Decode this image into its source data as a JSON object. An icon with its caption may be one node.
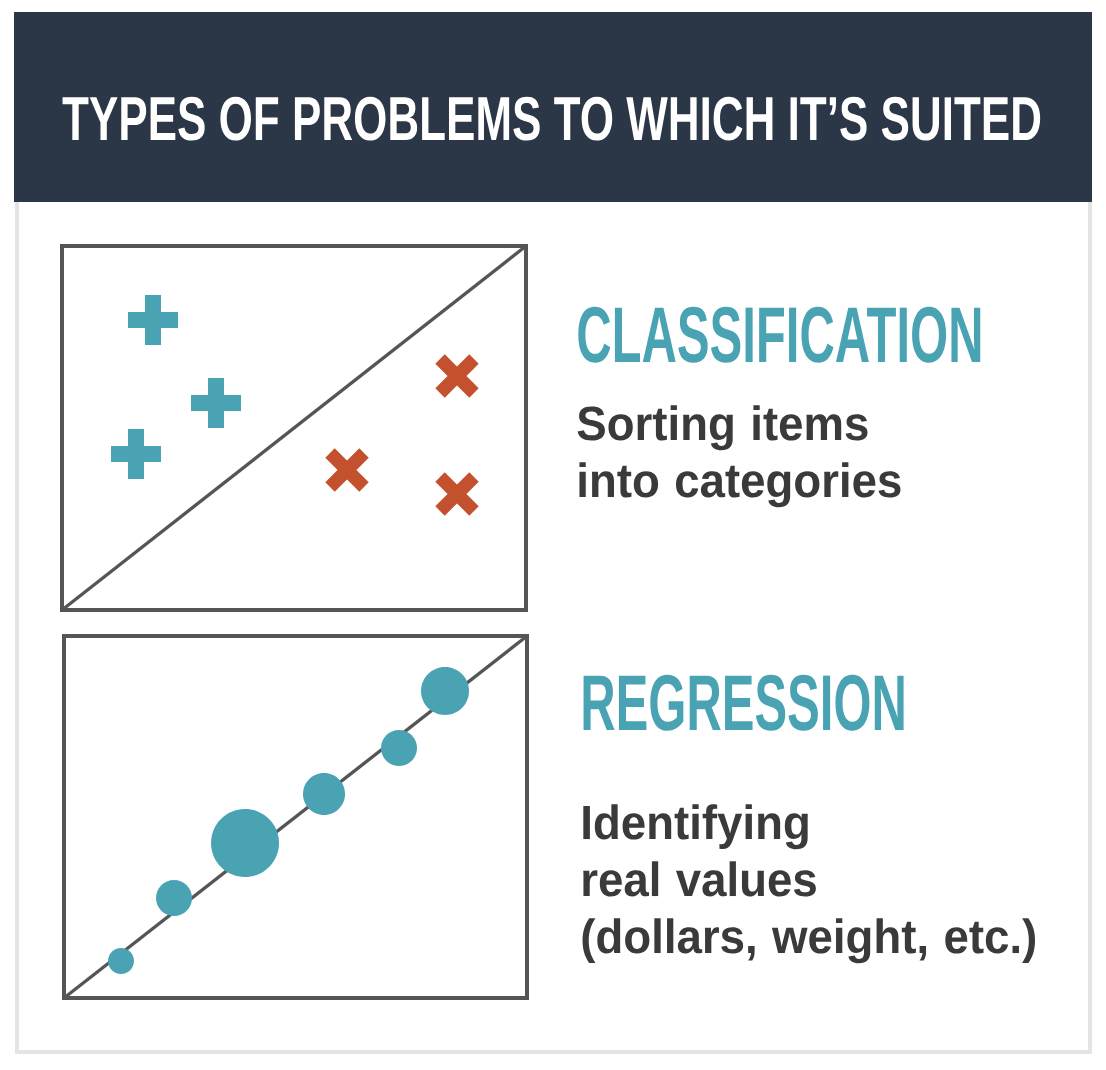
{
  "diagram": {
    "title": "TYPES OF PROBLEMS TO WHICH IT’S SUITED",
    "labels": [
      "CLASSIFICATION",
      "Sorting items into categories",
      "REGRESSION",
      "Identifying real values (dollars, weight, etc.)"
    ]
  }
}
